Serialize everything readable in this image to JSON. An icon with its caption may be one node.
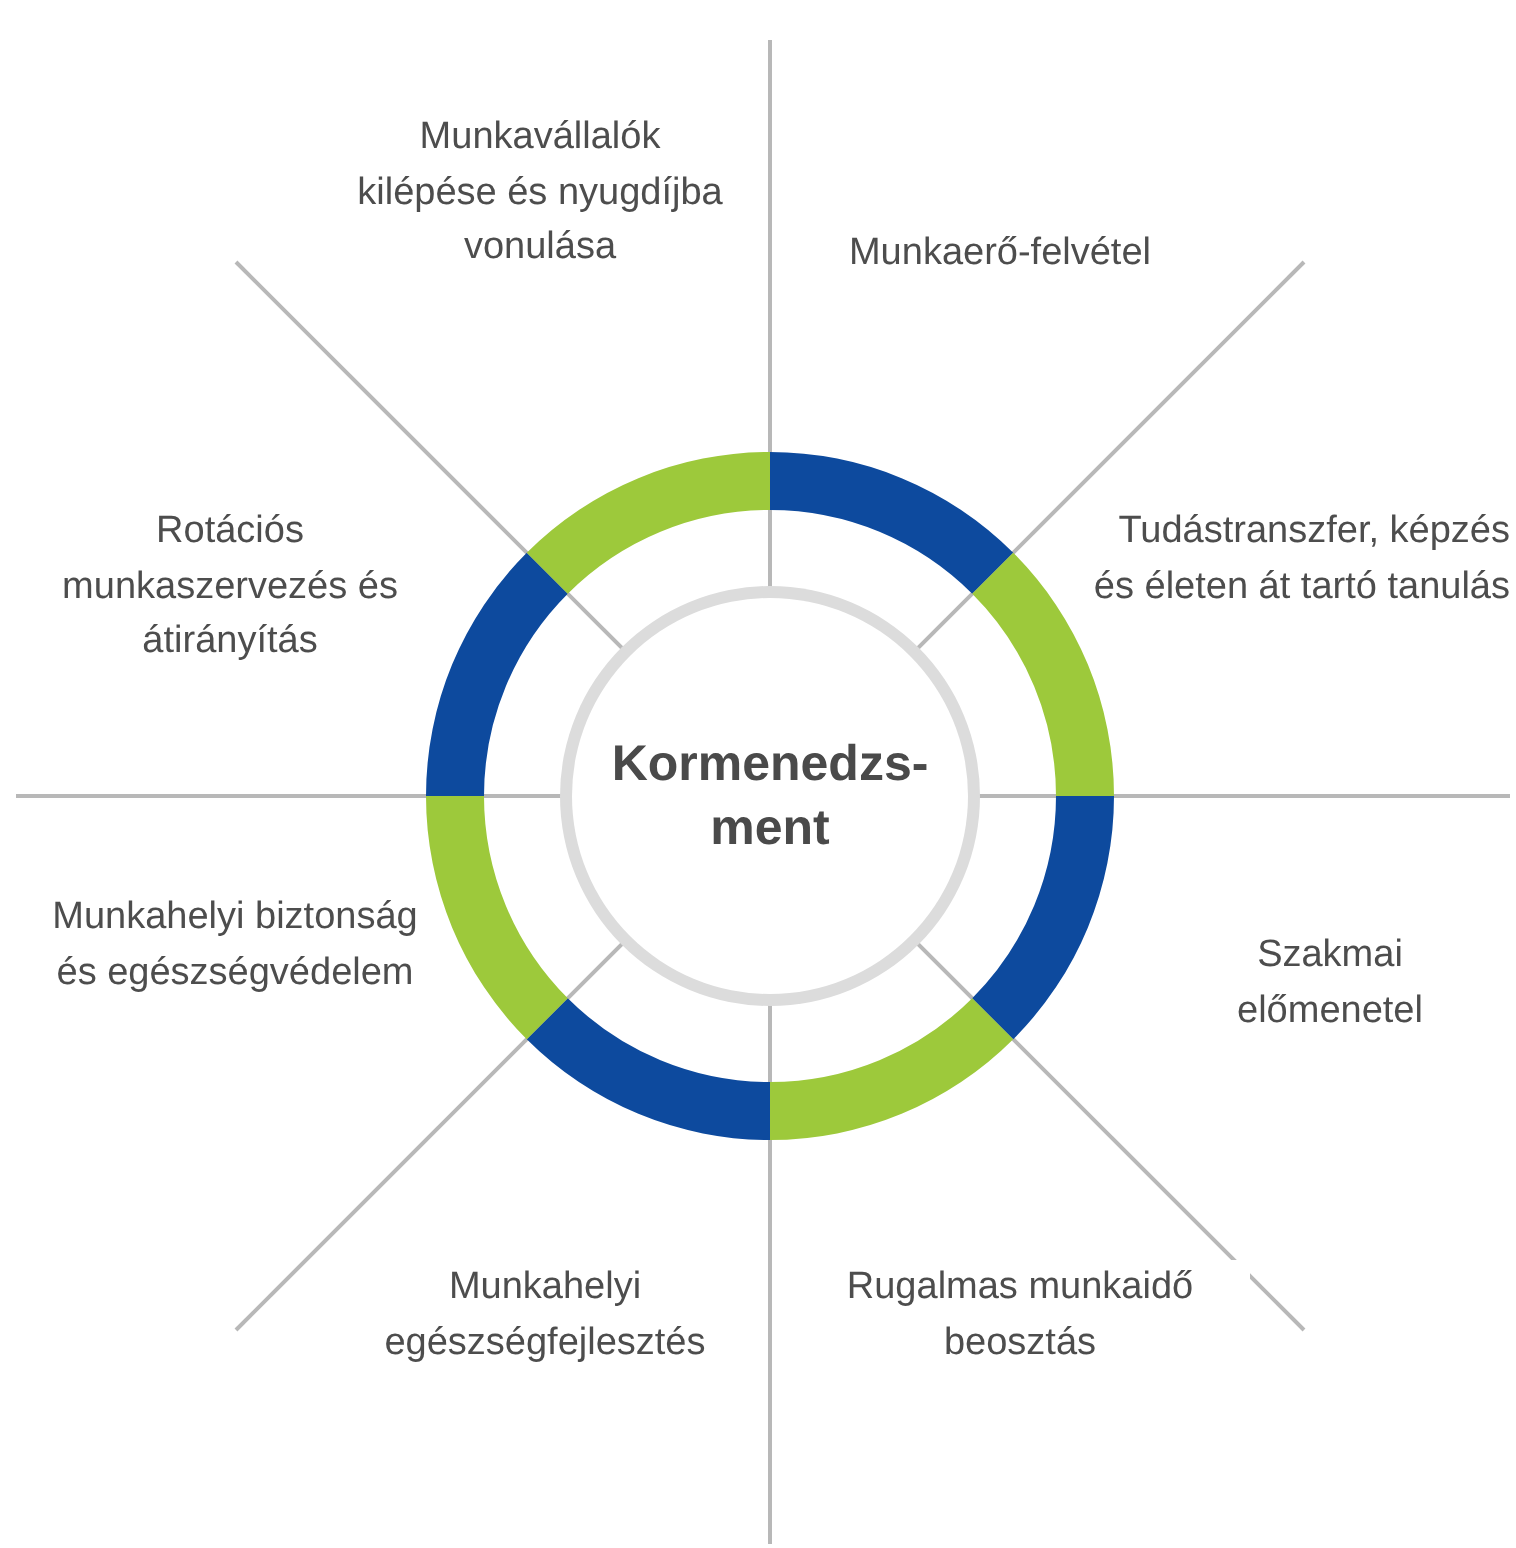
{
  "diagram": {
    "nodes": [
      {
        "text": [
          "Kormenedzs- ment"
        ]
      },
      {
        "text": [
          "Munkavállalók kilépése és nyugdíjba vonulása"
        ]
      },
      {
        "text": [
          "Munkaerő-felvétel"
        ]
      },
      {
        "text": [
          "Tudástranszfer, képzés és életen át tartó tanulás"
        ]
      },
      {
        "text": [
          "Szakmai előmenetel"
        ]
      },
      {
        "text": [
          "Rugalmas munkaidő beosztás"
        ]
      },
      {
        "text": [
          "Munkahelyi egészségfejlesztés"
        ]
      },
      {
        "text": [
          "Munkahelyi biztonság és egészségvédelem"
        ]
      },
      {
        "text": [
          "Rotációs munkaszervezés és átirányítás"
        ]
      }
    ]
  }
}
